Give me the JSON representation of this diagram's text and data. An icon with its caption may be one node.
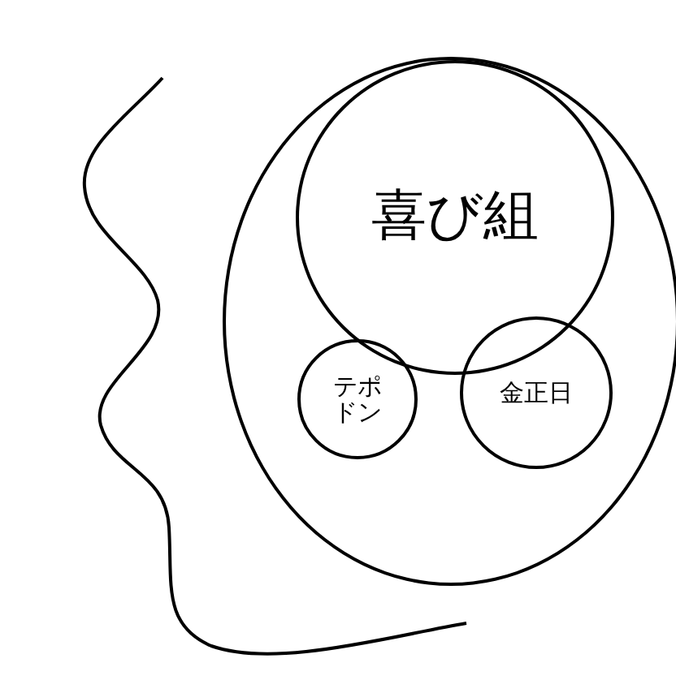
{
  "diagram": {
    "nodes": [
      {
        "text": [],
        "shape": "circle"
      },
      {
        "text": [
          "喜び組"
        ],
        "in": 0
      },
      {
        "text": [
          "テポドン"
        ],
        "in": 0
      },
      {
        "text": [
          "金正日"
        ],
        "in": 0
      }
    ]
  }
}
